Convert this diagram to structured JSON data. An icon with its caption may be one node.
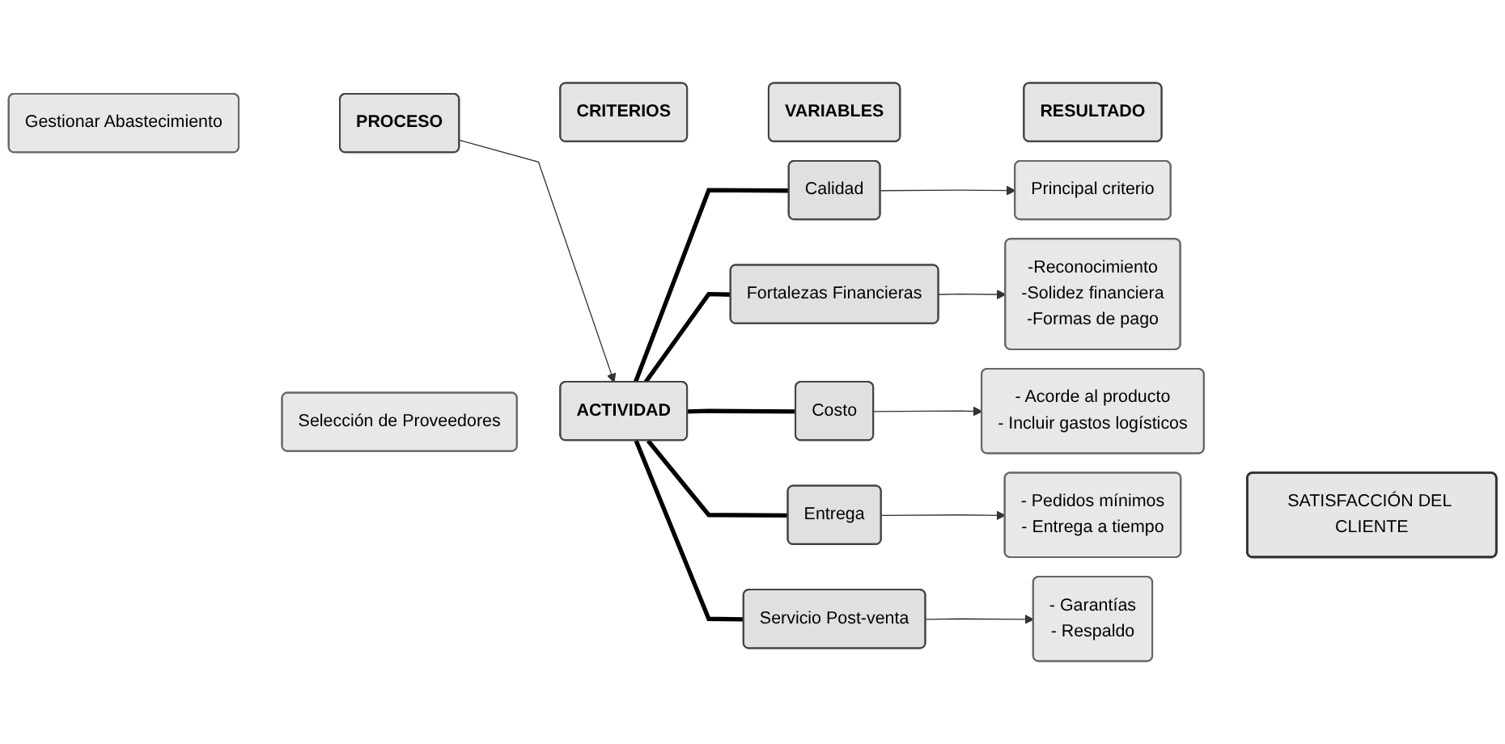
{
  "diagram": {
    "nodes": [
      {
        "text": [
          "PROCESO"
        ]
      },
      {
        "text": [
          "ACTIVIDAD"
        ]
      },
      {
        "text": [
          "Gestionar Abastecimiento"
        ]
      },
      {
        "text": [
          "Selección de Proveedores"
        ]
      },
      {
        "text": [
          "CRITERIOS"
        ]
      },
      {
        "text": [
          "VARIABLES"
        ]
      },
      {
        "text": [
          "RESULTADO"
        ]
      },
      {
        "text": [
          "Calidad"
        ]
      },
      {
        "text": [
          "Principal criterio"
        ]
      },
      {
        "text": [
          "Fortalezas Financieras"
        ]
      },
      {
        "text": [
          "-Reconocimiento",
          "-Solidez financiera",
          "-Formas de pago"
        ]
      },
      {
        "text": [
          "Costo"
        ]
      },
      {
        "text": [
          "- Acorde al producto",
          "- Incluir gastos logísticos"
        ]
      },
      {
        "text": [
          "Entrega"
        ]
      },
      {
        "text": [
          "- Pedidos mínimos",
          "- Entrega a tiempo"
        ]
      },
      {
        "text": [
          "Servicio Post-venta"
        ]
      },
      {
        "text": [
          "- Garantías",
          "- Respaldo"
        ]
      },
      {
        "text": [
          "SATISFACCIÓN DEL CLIENTE"
        ]
      }
    ],
    "edges": [
      {
        "from": 0,
        "to": 1,
        "arrow": "to"
      },
      {
        "from": 1,
        "to": 7,
        "arrow": "none",
        "style": "thick",
        "color": "#000000"
      },
      {
        "from": 1,
        "to": 9,
        "arrow": "none",
        "style": "thick",
        "color": "#000000"
      },
      {
        "from": 1,
        "to": 11,
        "arrow": "none",
        "style": "thick",
        "color": "#000000"
      },
      {
        "from": 1,
        "to": 13,
        "arrow": "none",
        "style": "thick",
        "color": "#000000"
      },
      {
        "from": 1,
        "to": 15,
        "arrow": "none",
        "style": "thick",
        "color": "#000000"
      },
      {
        "from": 7,
        "to": 8,
        "arrow": "to"
      },
      {
        "from": 9,
        "to": 10,
        "arrow": "to"
      },
      {
        "from": 11,
        "to": 12,
        "arrow": "to"
      },
      {
        "from": 13,
        "to": 14,
        "arrow": "to"
      },
      {
        "from": 15,
        "to": 16,
        "arrow": "to"
      }
    ]
  }
}
